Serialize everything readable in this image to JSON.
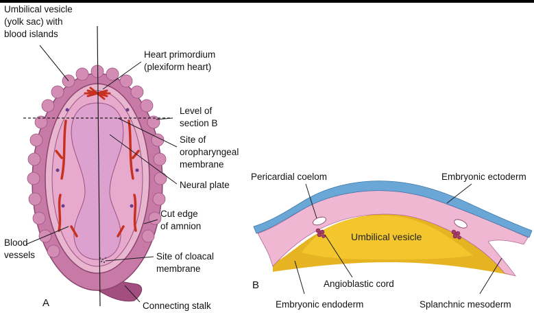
{
  "colors": {
    "top_rule": "#000000",
    "yolk_sac": "#c77aa6",
    "yolk_sac_dark": "#a24f80",
    "embryo_pink": "#e7a9cc",
    "neural_plate": "#dda1cf",
    "cardiac_red": "#c8301f",
    "ectoderm_blue": "#6aa6d6",
    "mesoderm_pink": "#f0b7d3",
    "endoderm_yellow": "#e6b422",
    "umbilical_yellow": "#f2c62c"
  },
  "panel_a": {
    "letter": "A",
    "labels": {
      "yolk_sac_1": "Umbilical vesicle",
      "yolk_sac_2": "(yolk sac) with",
      "yolk_sac_3": "blood islands",
      "heart_1": "Heart primordium",
      "heart_2": "(plexiform heart)",
      "level_1": "Level of",
      "level_2": "section B",
      "oro_1": "Site of",
      "oro_2": "oropharyngeal",
      "oro_3": "membrane",
      "neural_plate": "Neural plate",
      "amnion_1": "Cut edge",
      "amnion_2": "of amnion",
      "blood_1": "Blood",
      "blood_2": "vessels",
      "cloacal_1": "Site of cloacal",
      "cloacal_2": "membrane",
      "stalk": "Connecting stalk"
    }
  },
  "panel_b": {
    "letter": "B",
    "labels": {
      "pericardial": "Pericardial coelom",
      "ectoderm": "Embryonic ectoderm",
      "umbilical": "Umbilical vesicle",
      "angioblastic": "Angioblastic cord",
      "endoderm": "Embryonic endoderm",
      "splanchnic": "Splanchnic mesoderm"
    }
  }
}
